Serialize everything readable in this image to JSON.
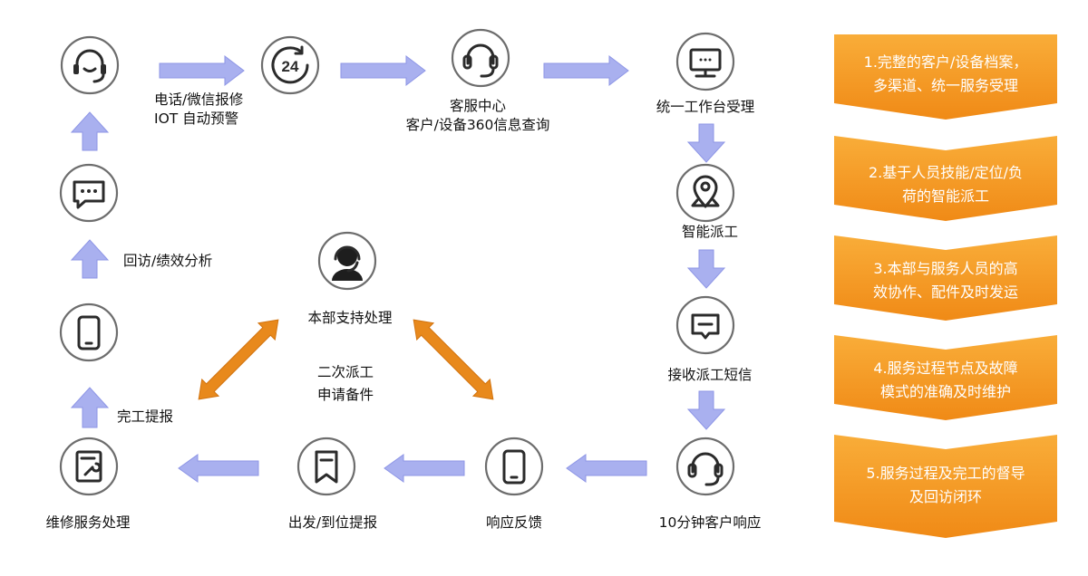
{
  "colors": {
    "flow_arrow": "#a9b0ef",
    "flow_arrow_edge": "#8e96e6",
    "support_arrow": "#e8891c",
    "banner_top": "#f9ad39",
    "banner_bottom": "#f08a16",
    "node_border": "#6d6d6d",
    "icon": "#2b2b2b"
  },
  "nodes": {
    "headset_top": {
      "icon": "headset-smile-icon"
    },
    "clock_24": {
      "icon": "clock-24-icon",
      "text": "24",
      "label1": "电话/微信报修",
      "label2": "IOT 自动预警"
    },
    "service_center": {
      "icon": "headset-icon",
      "label1": "客服中心",
      "label2": "客户/设备360信息查询"
    },
    "workstation": {
      "icon": "monitor-icon",
      "label": "统一工作台受理"
    },
    "smart_dispatch": {
      "icon": "map-pin-icon",
      "label": "智能派工"
    },
    "receive_sms": {
      "icon": "message-icon",
      "label": "接收派工短信"
    },
    "customer_response": {
      "icon": "headset-icon",
      "label": "10分钟客户响应"
    },
    "response_feedback": {
      "icon": "phone-icon",
      "label": "响应反馈"
    },
    "depart_checkin": {
      "icon": "bookmark-icon",
      "label": "出发/到位提报"
    },
    "repair_service": {
      "icon": "repair-document-icon",
      "label": "维修服务处理"
    },
    "complete_report": {
      "icon": "phone-icon",
      "label": "完工提报"
    },
    "revisit": {
      "icon": "chat-icon",
      "label": "回访/绩效分析"
    },
    "hq_support": {
      "icon": "agent-avatar-icon",
      "label": "本部支持处理",
      "sub1": "二次派工",
      "sub2": "申请备件"
    }
  },
  "banners": [
    {
      "line1": "1.完整的客户/设备档案，",
      "line2": "多渠道、统一服务受理"
    },
    {
      "line1": "2.基于人员技能/定位/负",
      "line2": "荷的智能派工"
    },
    {
      "line1": "3.本部与服务人员的高",
      "line2": "效协作、配件及时发运"
    },
    {
      "line1": "4.服务过程节点及故障",
      "line2": "模式的准确及时维护"
    },
    {
      "line1": "5.服务过程及完工的督导",
      "line2": "及回访闭环"
    }
  ]
}
